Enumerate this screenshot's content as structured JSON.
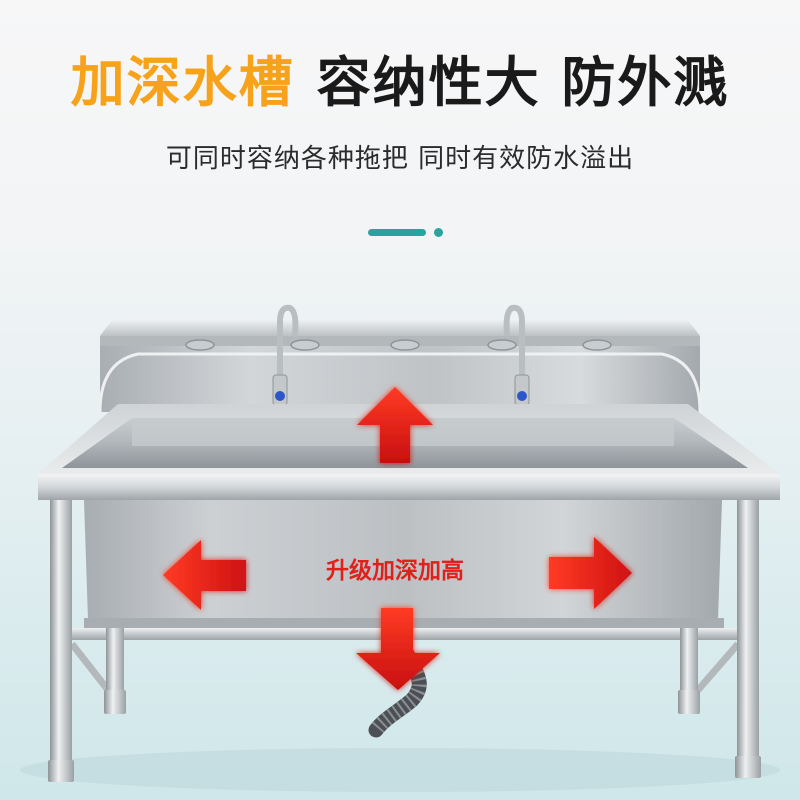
{
  "headline": {
    "highlight": "加深水槽",
    "rest": "容纳性大 防外溅"
  },
  "subtitle": "可同时容纳各种拖把 同时有效防水溢出",
  "badge": "升级加深加高",
  "colors": {
    "highlight": "#f7a21b",
    "headline": "#1a1a1a",
    "accent": "#2aa3a0",
    "badge": "#e0201b",
    "arrow": "#e8201a"
  },
  "icons": {
    "up": "arrow-up-icon",
    "left": "arrow-left-icon",
    "right": "arrow-right-icon",
    "down": "arrow-down-icon"
  }
}
